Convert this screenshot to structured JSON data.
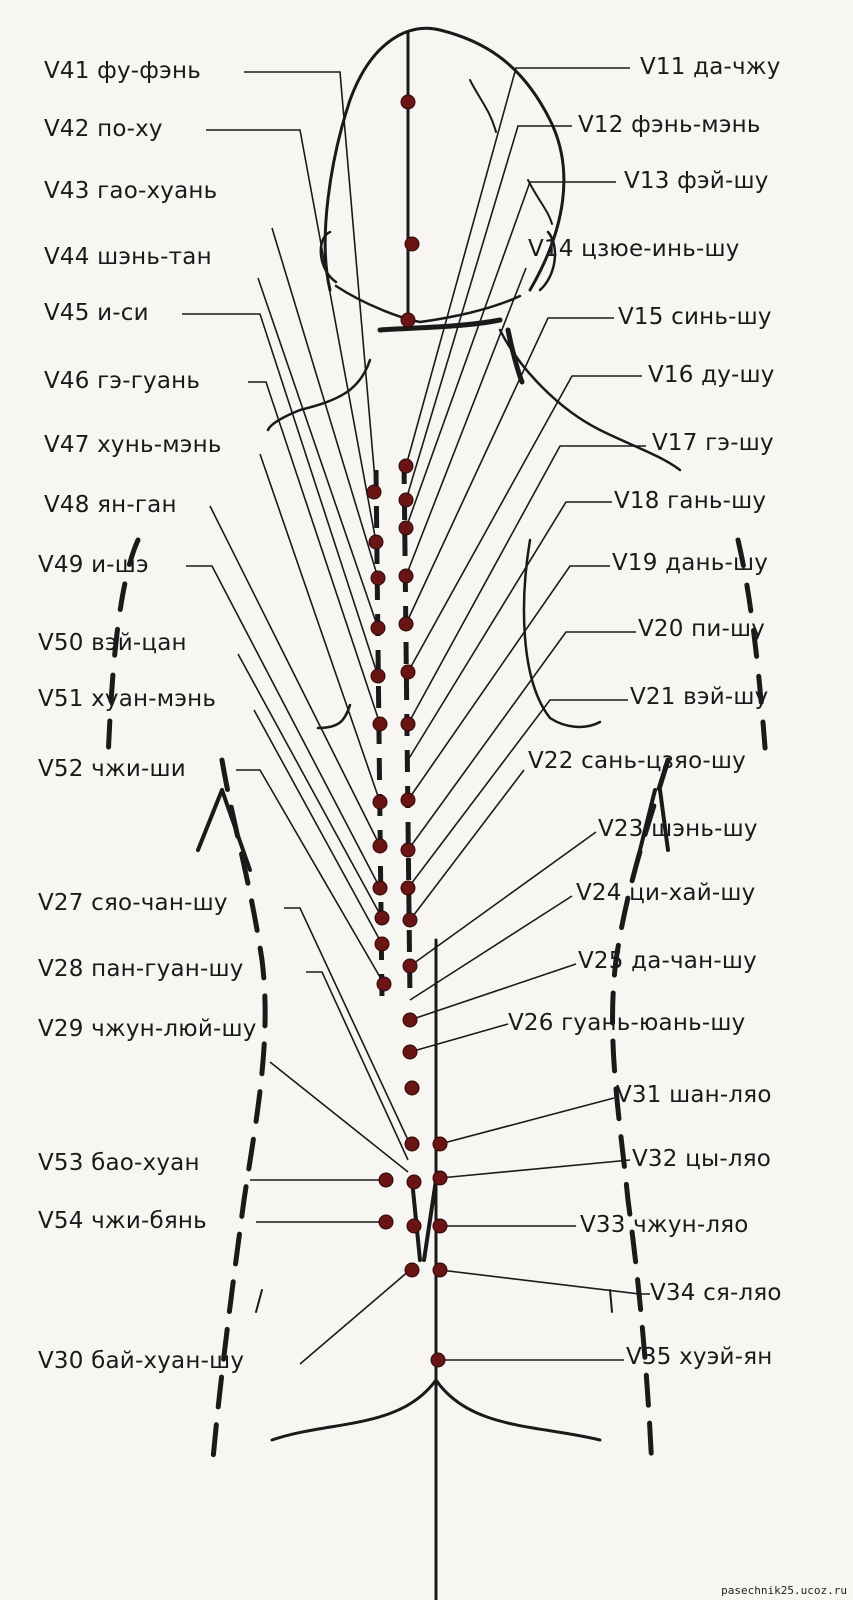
{
  "colors": {
    "background": "#f7f6f2",
    "ink": "#1a1a1a",
    "point": "#6b1414"
  },
  "left_labels": [
    {
      "id": "v41",
      "text": "V41 фу-фэнь"
    },
    {
      "id": "v42",
      "text": "V42 по-ху"
    },
    {
      "id": "v43",
      "text": "V43 гао-хуань"
    },
    {
      "id": "v44",
      "text": "V44 шэнь-тан"
    },
    {
      "id": "v45",
      "text": "V45 и-си"
    },
    {
      "id": "v46",
      "text": "V46 гэ-гуань"
    },
    {
      "id": "v47",
      "text": "V47 хунь-мэнь"
    },
    {
      "id": "v48",
      "text": "V48 ян-ган"
    },
    {
      "id": "v49",
      "text": "V49 и-шэ"
    },
    {
      "id": "v50",
      "text": "V50 вэй-цан"
    },
    {
      "id": "v51",
      "text": "V51 хуан-мэнь"
    },
    {
      "id": "v52",
      "text": "V52 чжи-ши"
    },
    {
      "id": "v27",
      "text": "V27 сяо-чан-шу"
    },
    {
      "id": "v28",
      "text": "V28 пан-гуан-шу"
    },
    {
      "id": "v29",
      "text": "V29 чжун-люй-шу"
    },
    {
      "id": "v53",
      "text": "V53 бао-хуан"
    },
    {
      "id": "v54",
      "text": "V54 чжи-бянь"
    },
    {
      "id": "v30",
      "text": "V30 бай-хуан-шу"
    }
  ],
  "right_labels": [
    {
      "id": "v11",
      "text": "V11 да-чжу"
    },
    {
      "id": "v12",
      "text": "V12 фэнь-мэнь"
    },
    {
      "id": "v13",
      "text": "V13 фэй-шу"
    },
    {
      "id": "v14",
      "text": "V14 цзюе-инь-шу"
    },
    {
      "id": "v15",
      "text": "V15 синь-шу"
    },
    {
      "id": "v16",
      "text": "V16 ду-шу"
    },
    {
      "id": "v17",
      "text": "V17 гэ-шу"
    },
    {
      "id": "v18",
      "text": "V18 гань-шу"
    },
    {
      "id": "v19",
      "text": "V19 дань-шу"
    },
    {
      "id": "v20",
      "text": "V20 пи-шу"
    },
    {
      "id": "v21",
      "text": "V21 вэй-шу"
    },
    {
      "id": "v22",
      "text": "V22 сань-цзяо-шу"
    },
    {
      "id": "v23",
      "text": "V23 шэнь-шу"
    },
    {
      "id": "v24",
      "text": "V24 ци-хай-шу"
    },
    {
      "id": "v25",
      "text": "V25 да-чан-шу"
    },
    {
      "id": "v26",
      "text": "V26 гуань-юань-шу"
    },
    {
      "id": "v31",
      "text": "V31 шан-ляо"
    },
    {
      "id": "v32",
      "text": "V32 цы-ляо"
    },
    {
      "id": "v33",
      "text": "V33  чжун-ляо"
    },
    {
      "id": "v34",
      "text": "V34 ся-ляо"
    },
    {
      "id": "v35",
      "text": "V35 хуэй-ян"
    }
  ],
  "watermark": "pasechnik25.ucoz.ru"
}
